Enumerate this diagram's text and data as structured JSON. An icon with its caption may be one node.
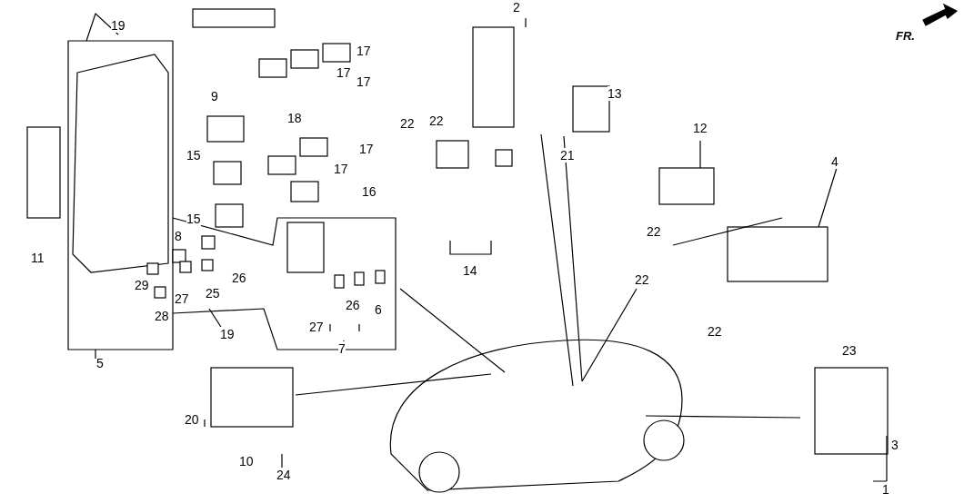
{
  "diagram": {
    "labels": [
      "FR.",
      "19",
      "2",
      "17",
      "17",
      "22",
      "13",
      "18",
      "17",
      "9",
      "22",
      "21",
      "12",
      "17",
      "15",
      "17",
      "16",
      "14",
      "22",
      "11",
      "4",
      "15",
      "8",
      "26",
      "29",
      "25",
      "27",
      "26",
      "6",
      "28",
      "22",
      "22",
      "19",
      "27",
      "7",
      "5",
      "23",
      "20",
      "10",
      "24",
      "3",
      "1"
    ]
  }
}
